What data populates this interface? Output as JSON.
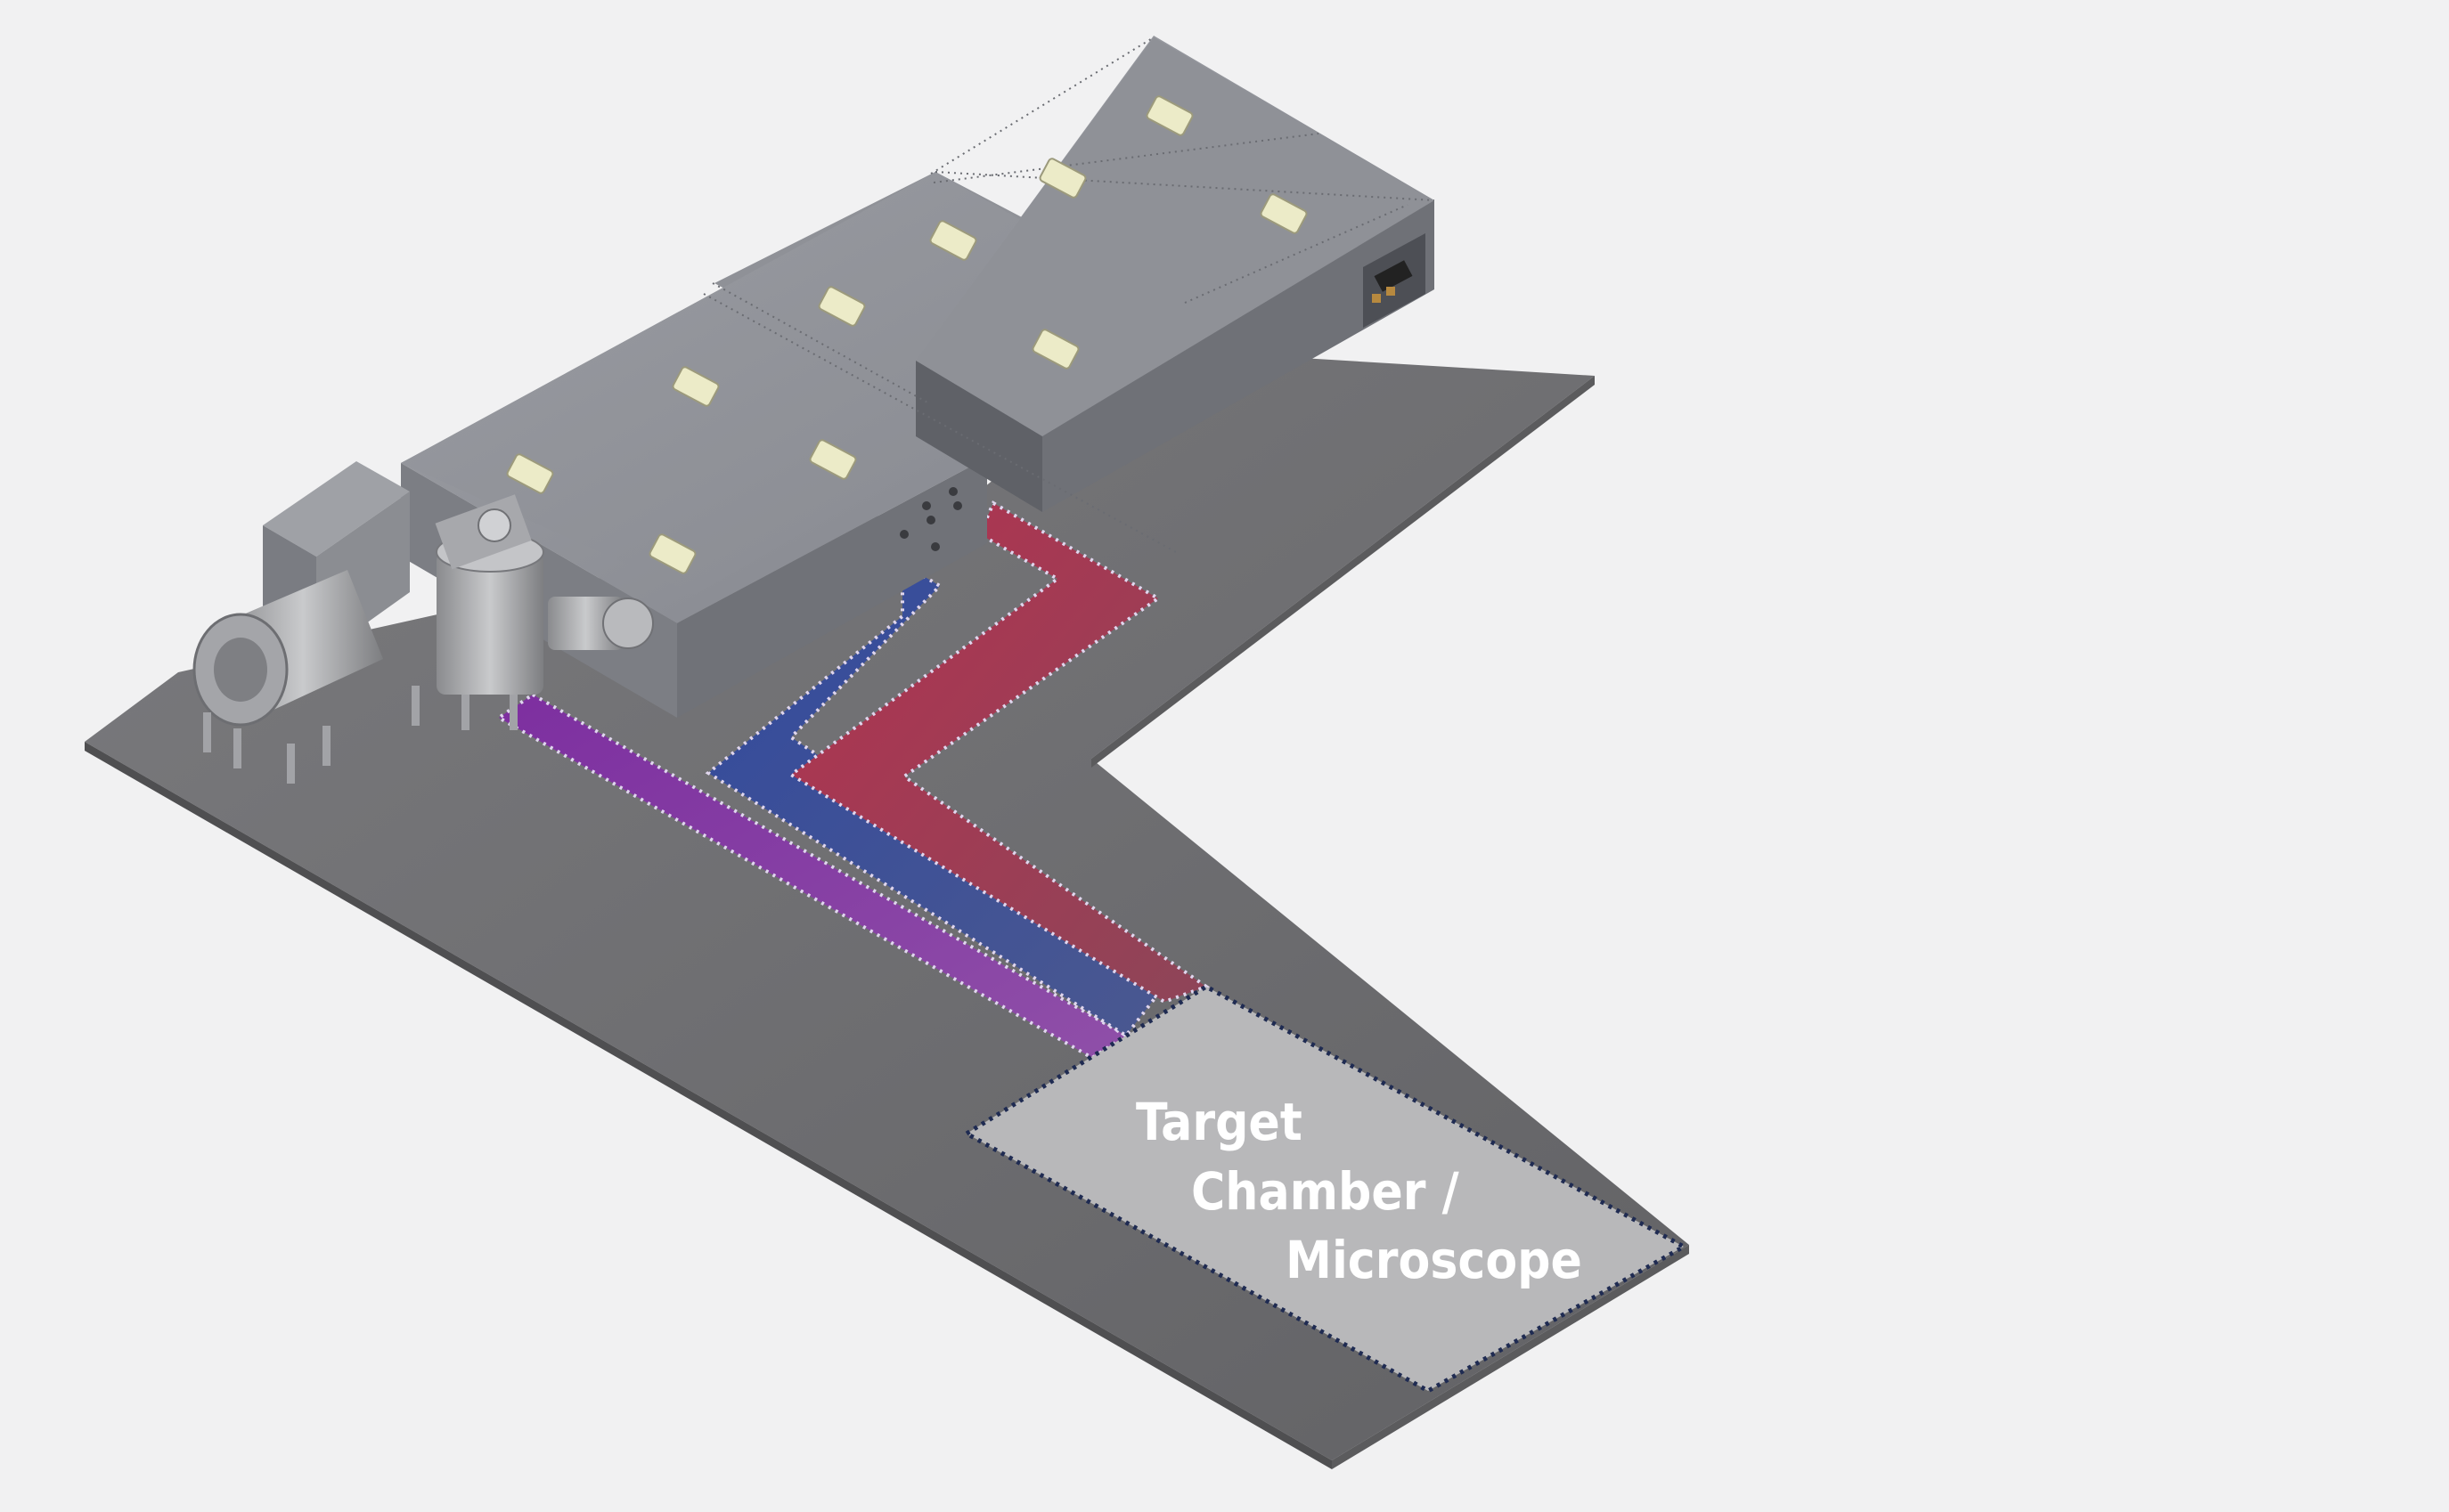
{
  "target_area": {
    "label_lines": [
      "Target",
      "Chamber /",
      "Microscope"
    ]
  },
  "beam_paths": [
    {
      "name": "purple-path",
      "color": "#8a3aa3"
    },
    {
      "name": "blue-path",
      "color": "#3d4f98"
    },
    {
      "name": "red-path",
      "color": "#a2384f"
    }
  ],
  "colors": {
    "background": "#f1f1f2",
    "baseplate": "#6f6f71",
    "target_area": "#b8b8ba",
    "housing_top": "#8e9096",
    "access_panel": "#ecebc8"
  }
}
